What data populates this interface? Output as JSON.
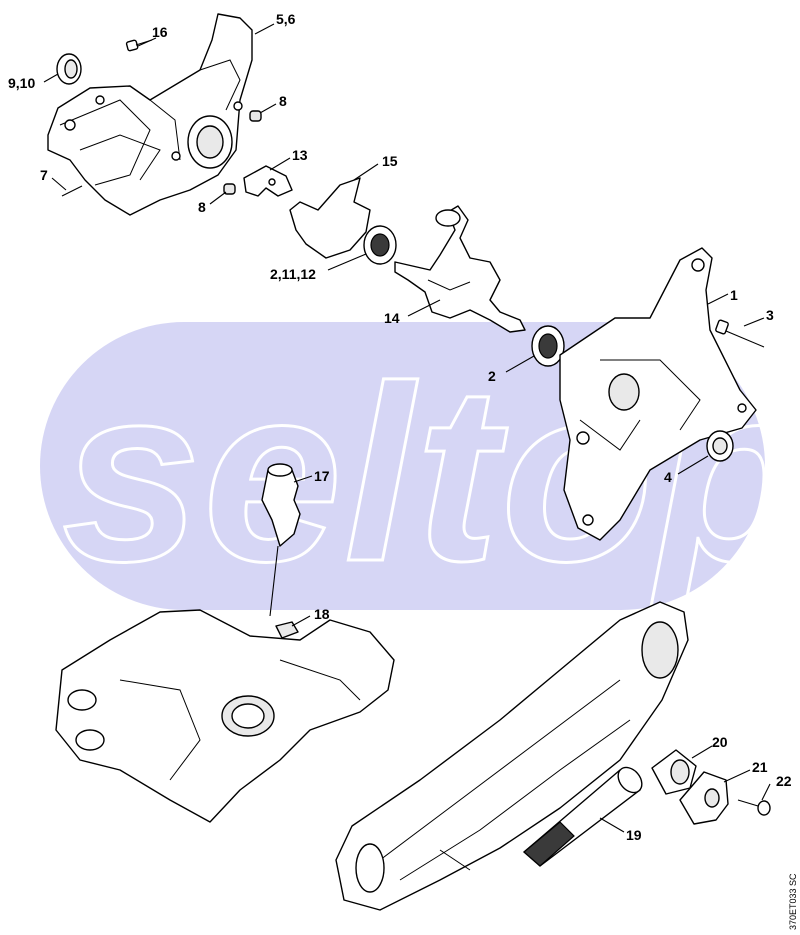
{
  "watermark": {
    "text": "seltop",
    "band_color": "#d6d6f5"
  },
  "drawing_code": "370ET033 SC",
  "callouts": [
    {
      "id": "c16",
      "label": "16"
    },
    {
      "id": "c56",
      "label": "5,6"
    },
    {
      "id": "c910",
      "label": "9,10"
    },
    {
      "id": "c8a",
      "label": "8"
    },
    {
      "id": "c7",
      "label": "7"
    },
    {
      "id": "c13",
      "label": "13"
    },
    {
      "id": "c8b",
      "label": "8"
    },
    {
      "id": "c15",
      "label": "15"
    },
    {
      "id": "c21112",
      "label": "2,11,12"
    },
    {
      "id": "c1",
      "label": "1"
    },
    {
      "id": "c3",
      "label": "3"
    },
    {
      "id": "c14",
      "label": "14"
    },
    {
      "id": "c2",
      "label": "2"
    },
    {
      "id": "c4",
      "label": "4"
    },
    {
      "id": "c17",
      "label": "17"
    },
    {
      "id": "c18",
      "label": "18"
    },
    {
      "id": "c20",
      "label": "20"
    },
    {
      "id": "c21",
      "label": "21"
    },
    {
      "id": "c22",
      "label": "22"
    },
    {
      "id": "c19",
      "label": "19"
    }
  ]
}
